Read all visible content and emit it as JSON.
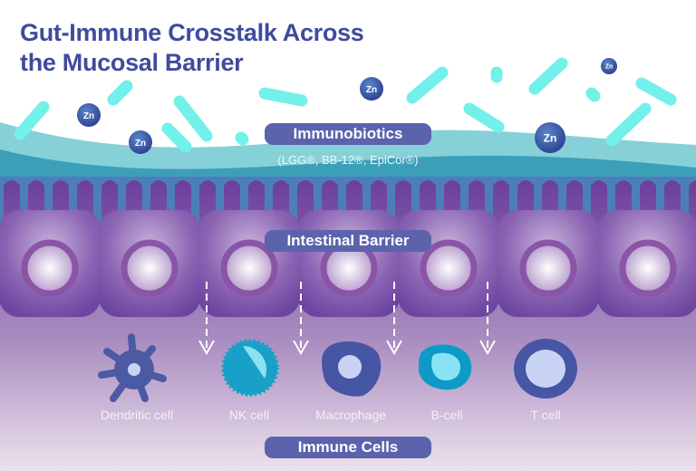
{
  "title": {
    "line1": "Gut-Immune Crosstalk Across",
    "line2": "the Mucosal Barrier"
  },
  "zinc_label": "Zn",
  "labels": {
    "immunobiotics": "Immunobiotics",
    "immunobiotics_sub": "(LGG®, BB-12®, EpiCor®)",
    "barrier": "Intestinal Barrier",
    "immune_cells": "Immune Cells"
  },
  "immune_cells": [
    {
      "name": "Dendritic cell"
    },
    {
      "name": "NK cell"
    },
    {
      "name": "Macrophage"
    },
    {
      "name": "B-cell"
    },
    {
      "name": "T cell"
    }
  ],
  "colors": {
    "title": "#3f4b9c",
    "pill": "#5b63ad",
    "bacteria": "#72f0ea",
    "zinc": "#3b57a8",
    "mucus_light": "#86d0d8",
    "mucus_dark": "#3c9fb8",
    "cell": "#7a4fa3"
  }
}
